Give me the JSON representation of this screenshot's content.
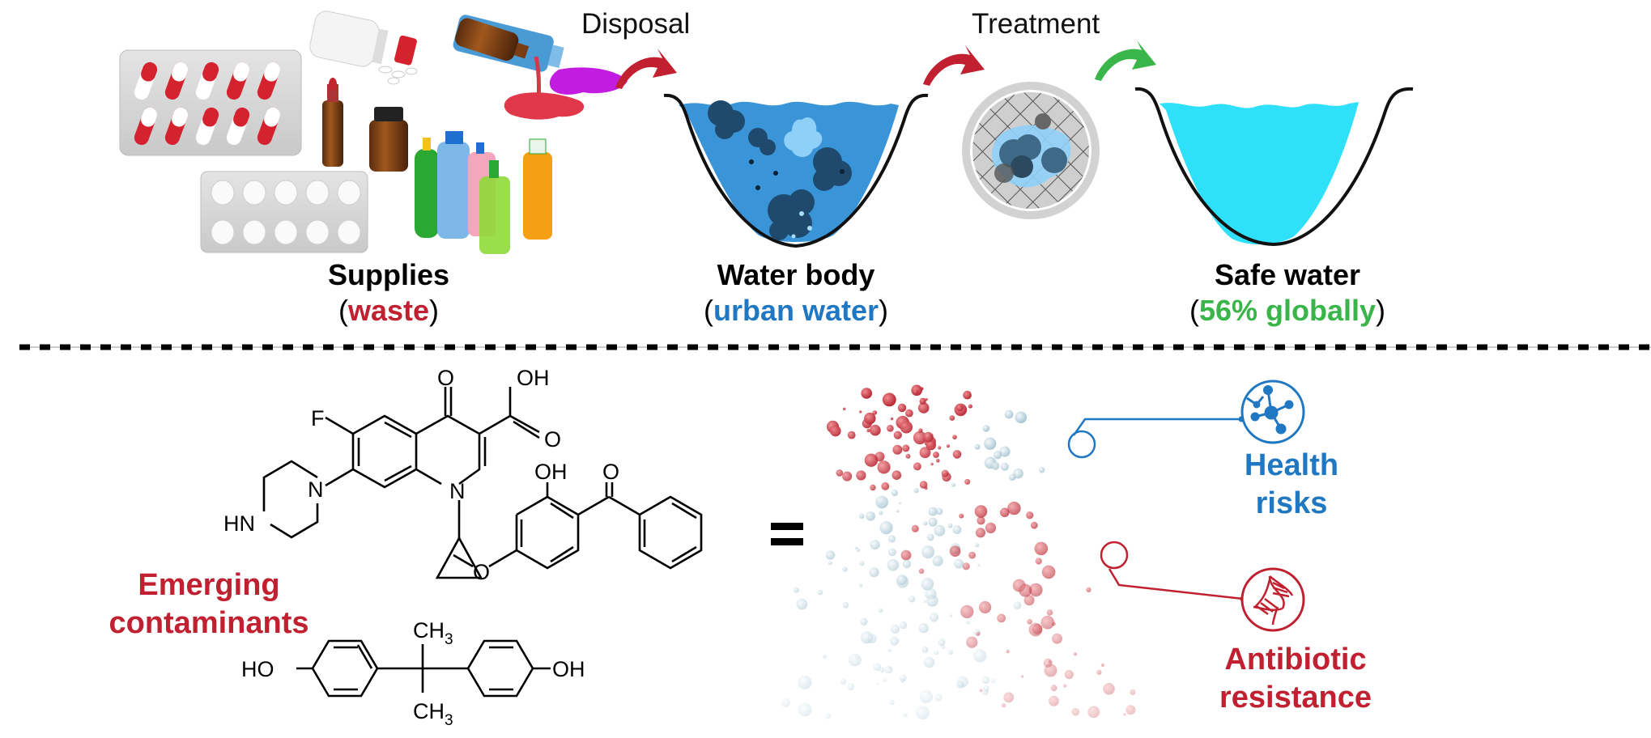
{
  "top_flow": {
    "steps": [
      {
        "label": "Disposal",
        "arrow_color": "#c0202f"
      },
      {
        "label": "Treatment",
        "arrow_color": "#c0202f"
      },
      {
        "label": "",
        "arrow_color": "#39b54a"
      }
    ],
    "stages": [
      {
        "title": "Supplies",
        "subtitle": "waste",
        "subtitle_color": "#c0202f"
      },
      {
        "title": "Water body",
        "subtitle": "urban water",
        "subtitle_color": "#1f78c1"
      },
      {
        "title": "Safe water",
        "subtitle": "56% globally",
        "subtitle_color": "#39b54a"
      }
    ],
    "paren_open": "(",
    "paren_close": ")"
  },
  "bottom": {
    "contaminants_label_line1": "Emerging",
    "contaminants_label_line2": "contaminants",
    "contaminants_color": "#c0202f",
    "equals": "=",
    "outcomes": [
      {
        "line1": "Health",
        "line2": "risks",
        "color": "#1f78c1",
        "icon": "molecule-network-icon"
      },
      {
        "line1": "Antibiotic",
        "line2": "resistance",
        "color": "#c0202f",
        "icon": "dna-icon"
      }
    ],
    "molecules": {
      "ciprofloxacin": {
        "atoms": [
          "O",
          "OH",
          "O",
          "F",
          "N",
          "N",
          "HN"
        ]
      },
      "oxybenzone": {
        "atoms": [
          "OH",
          "O"
        ]
      },
      "bisphenol_a": {
        "atoms": [
          "HO",
          "OH",
          "CH",
          "3",
          "CH",
          "3"
        ]
      }
    }
  },
  "colors": {
    "red": "#c0202f",
    "blue": "#1f78c1",
    "green": "#39b54a",
    "water_dirty": "#3a95d8",
    "water_clean": "#2fe0fb"
  }
}
